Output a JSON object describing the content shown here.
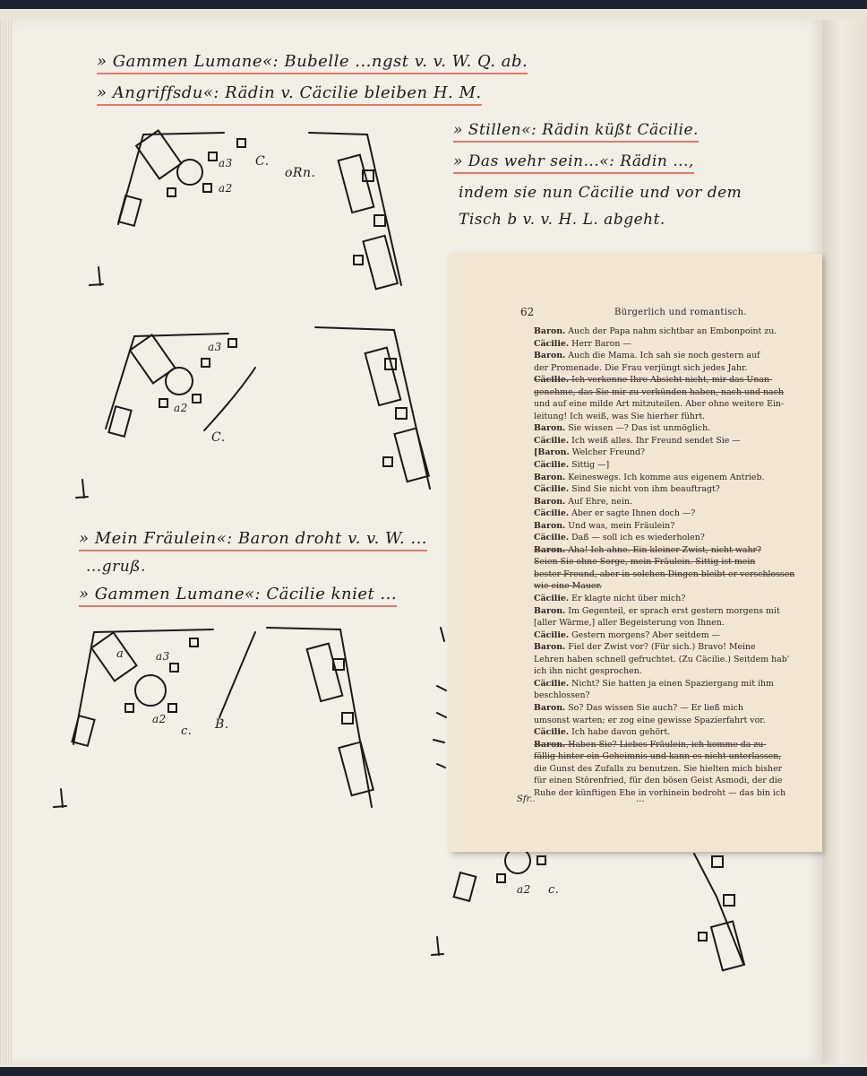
{
  "handwriting": {
    "note1": "» Gammen Lumane«: Bubelle ...ngst v. v. W. Q. ab.",
    "note2": "» Angriffsdu«: Rädin v. Cäcilie bleiben H. M.",
    "note3": "» Stillen«: Rädin küßt Cäcilie.",
    "note4": "» Das wehr sein...«: Rädin ...,",
    "note5": "indem sie nun Cäcilie und vor dem",
    "note6": "Tisch b v. v. H. L. abgeht.",
    "note7": "» Mein Fräulein«: Baron droht v. v. W. ...",
    "note8": "...gruß.",
    "note9": "» Gammen Lumane«: Cäcilie kniet ...",
    "label_c1": "C.",
    "label_rn": "oRn.",
    "label_a2": "a2",
    "label_a3": "a3",
    "label_c2": "C.",
    "label_a2b": "a2",
    "label_a3b": "a3",
    "label_a": "a",
    "label_b": "B.",
    "label_a2c": "a2",
    "label_cc": "c.",
    "label_a3c": "a3",
    "label_a2d": "a2",
    "label_cd": "c.",
    "sig_left": "Sfr..",
    "sig_right": "..."
  },
  "leaf": {
    "page_number": "62",
    "running_head": "Bürgerlich und romantisch.",
    "lines": [
      {
        "s": "Baron.",
        "t": " Auch der Papa nahm sichtbar an Embonpoint zu."
      },
      {
        "s": "Cäcilie.",
        "t": " Herr Baron —"
      },
      {
        "s": "Baron.",
        "t": " Auch die Mama. Ich sah sie noch gestern auf"
      },
      {
        "s": "",
        "t": "der Promenade. Die Frau verjüngt sich jedes Jahr."
      },
      {
        "s": "Cäcilie.",
        "t": " Ich verkenne Ihre Absicht nicht, mir das Unan-",
        "x": true
      },
      {
        "s": "",
        "t": "genehme, das Sie mir zu verkünden haben, nach und nach",
        "x": true
      },
      {
        "s": "",
        "t": "und auf eine milde Art mitzuteilen. Aber ohne weitere Ein-"
      },
      {
        "s": "",
        "t": "leitung! Ich weiß, was Sie hierher führt."
      },
      {
        "s": "Baron.",
        "t": " Sie wissen —? Das ist unmöglich."
      },
      {
        "s": "Cäcilie.",
        "t": " Ich weiß alles. Ihr Freund sendet Sie —"
      },
      {
        "s": "[Baron.",
        "t": " Welcher Freund?"
      },
      {
        "s": "Cäcilie.",
        "t": " Sittig —]"
      },
      {
        "s": "Baron.",
        "t": " Keineswegs. Ich komme aus eigenem Antrieb."
      },
      {
        "s": "Cäcilie.",
        "t": " Sind Sie nicht von ihm beauftragt?"
      },
      {
        "s": "Baron.",
        "t": " Auf Ehre, nein."
      },
      {
        "s": "Cäcilie.",
        "t": " Aber er sagte Ihnen doch —?"
      },
      {
        "s": "Baron.",
        "t": " Und was, mein Fräulein?"
      },
      {
        "s": "Cäcilie.",
        "t": " Daß — soll ich es wiederholen?"
      },
      {
        "s": "Baron.",
        "t": " Aha! Ich ahne. Ein kleiner Zwist, nicht wahr?",
        "x": true
      },
      {
        "s": "",
        "t": "Seien Sie ohne Sorge, mein Fräulein. Sittig ist mein",
        "x": true
      },
      {
        "s": "",
        "t": "bester Freund, aber in solchen Dingen bleibt er verschlossen",
        "x": true
      },
      {
        "s": "",
        "t": "wie eine Mauer.",
        "x": true
      },
      {
        "s": "Cäcilie.",
        "t": " Er klagte nicht über mich?"
      },
      {
        "s": "Baron.",
        "t": " Im Gegenteil, er sprach erst gestern morgens mit"
      },
      {
        "s": "",
        "t": "[aller Wärme,] aller Begeisterung von Ihnen."
      },
      {
        "s": "Cäcilie.",
        "t": " Gestern morgens? Aber seitdem —"
      },
      {
        "s": "Baron.",
        "t": " Fiel der Zwist vor? (Für sich.) Bravo! Meine"
      },
      {
        "s": "",
        "t": "Lehren haben schnell gefruchtet. (Zu Cäcilie.) Seitdem hab'"
      },
      {
        "s": "",
        "t": "ich ihn nicht gesprochen."
      },
      {
        "s": "Cäcilie.",
        "t": " Nicht? Sie hatten ja einen Spaziergang mit ihm"
      },
      {
        "s": "",
        "t": "beschlossen?"
      },
      {
        "s": "Baron.",
        "t": " So? Das wissen Sie auch? — Er ließ mich"
      },
      {
        "s": "",
        "t": "umsonst warten; er zog eine gewisse Spazierfahrt vor."
      },
      {
        "s": "Cäcilie.",
        "t": " Ich habe davon gehört."
      },
      {
        "s": "Baron.",
        "t": " Haben Sie? Liebes Fräulein, ich komme da zu-",
        "x": true
      },
      {
        "s": "",
        "t": "fällig hinter ein Geheimnis und kann es nicht unterlassen,",
        "x": true
      },
      {
        "s": "",
        "t": "die Gunst des Zufalls zu benutzen. Sie hielten mich bisher"
      },
      {
        "s": "",
        "t": "für einen Störenfried, für den bösen Geist Asmodi, der die"
      },
      {
        "s": "",
        "t": "Ruhe der künftigen Ehe in vorhinein bedroht — das bin ich"
      }
    ]
  }
}
